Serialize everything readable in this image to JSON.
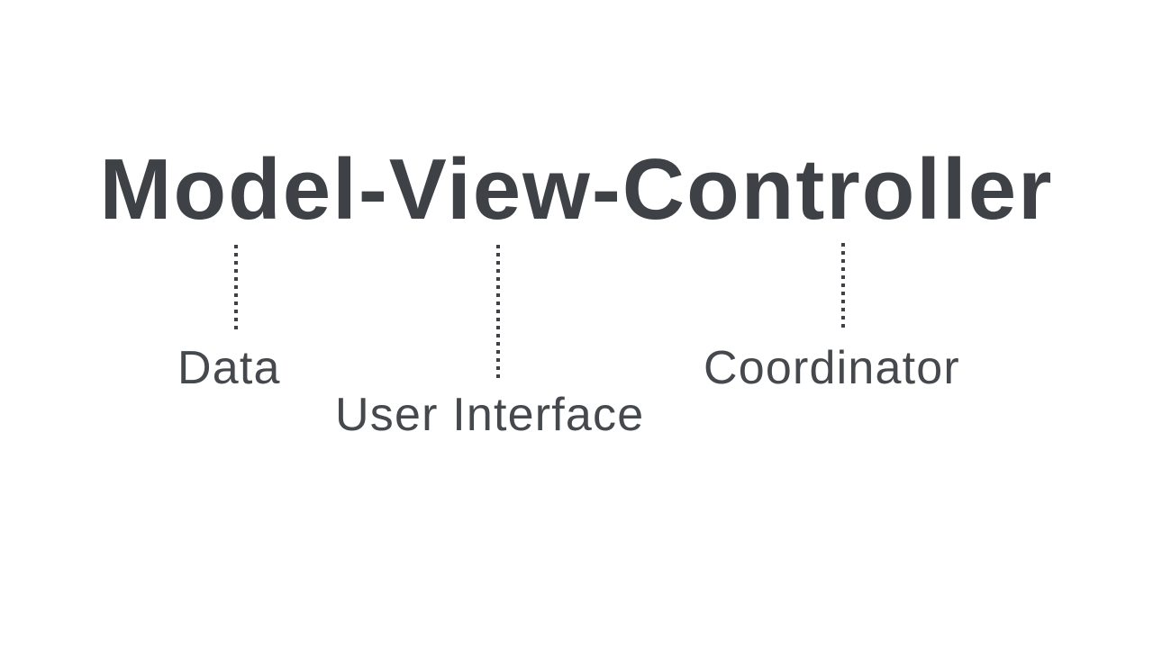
{
  "title": "Model-View-Controller",
  "annotations": [
    {
      "label": "Data",
      "connects_to": "Model"
    },
    {
      "label": "User Interface",
      "connects_to": "View"
    },
    {
      "label": "Coordinator",
      "connects_to": "Controller"
    }
  ],
  "colors": {
    "text": "#3e4247",
    "label_text": "#45494e",
    "background": "#ffffff"
  }
}
